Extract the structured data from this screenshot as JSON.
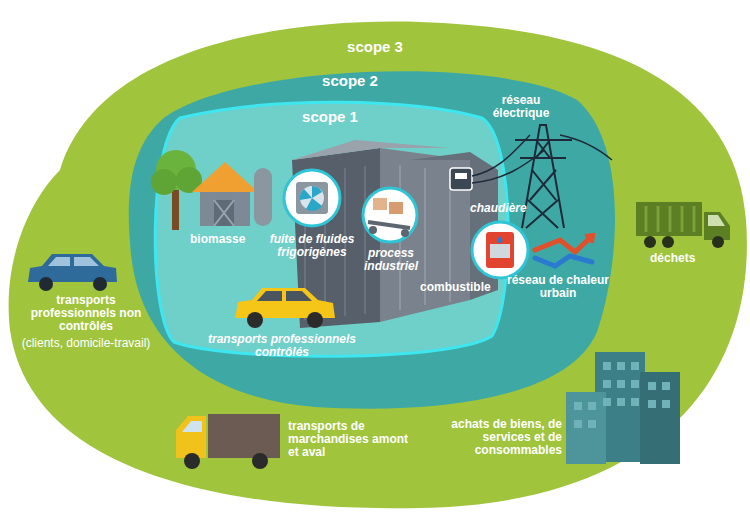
{
  "diagram": {
    "nodes": [
      {
        "text": [
          "scope 3"
        ]
      },
      {
        "text": [
          "scope 2"
        ],
        "in": 0
      },
      {
        "text": [
          "scope 1"
        ],
        "in": 1
      }
    ],
    "labels": [
      "réseau électrique",
      "biomasse",
      "fuite de fluides frigorigènes",
      "chaudière",
      "process industriel",
      "combustible",
      "réseau de chaleur urbain",
      "déchets",
      "transports professionnels non contrôlés",
      "(clients, domicile-travail)",
      "transports professionnels contrôlés",
      "transports de marchandises amont et aval",
      "achats de biens, de services et de consommables"
    ]
  }
}
